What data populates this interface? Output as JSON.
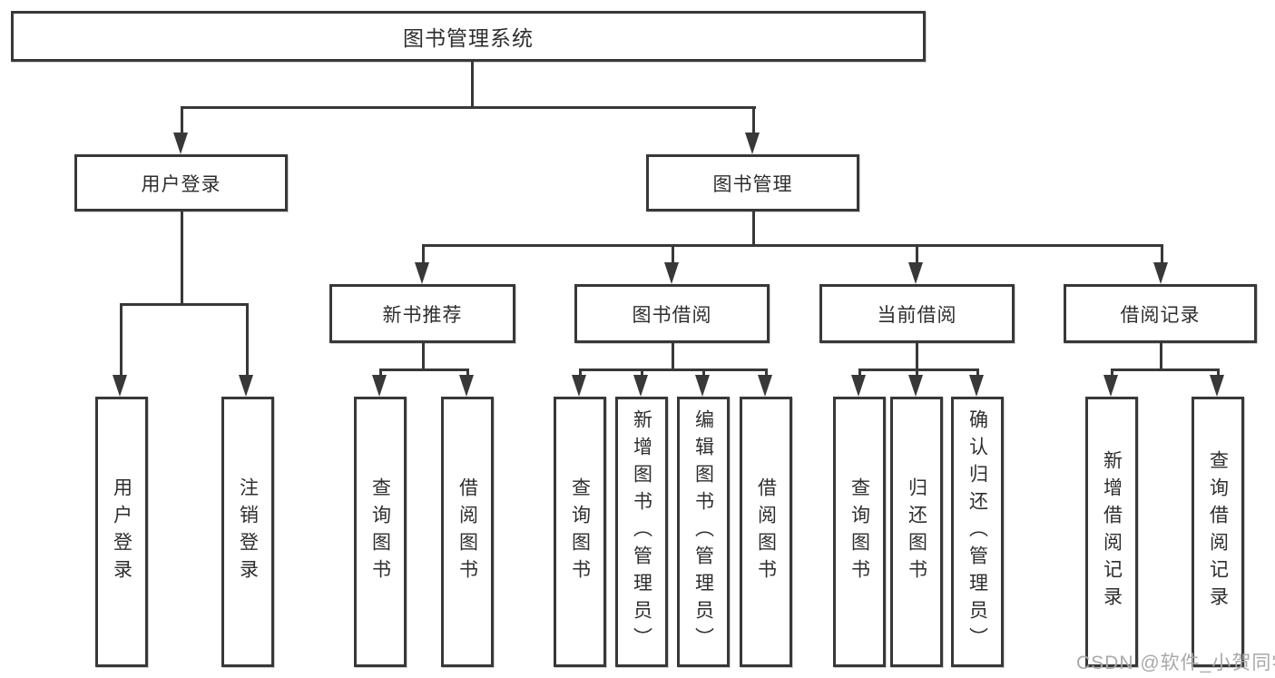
{
  "diagram": {
    "title": "图书管理系统",
    "watermark": "CSDN @软件_小贺同学",
    "colors": {
      "line": "#383838",
      "text": "#2e2e2e",
      "background": "#ffffff",
      "watermark": "#a9a9a9"
    },
    "nodes": {
      "root": {
        "label": "图书管理系统"
      },
      "user_login": {
        "label": "用户登录"
      },
      "book_mgmt": {
        "label": "图书管理"
      },
      "login": {
        "label": "用户登录"
      },
      "logout": {
        "label": "注销登录"
      },
      "rec": {
        "label": "新书推荐"
      },
      "borrow": {
        "label": "图书借阅"
      },
      "current": {
        "label": "当前借阅"
      },
      "record": {
        "label": "借阅记录"
      },
      "rec_query": {
        "label": "查询图书"
      },
      "rec_borrow": {
        "label": "借阅图书"
      },
      "bor_query": {
        "label": "查询图书"
      },
      "bor_add": {
        "label": "新增图书（管理员）"
      },
      "bor_edit": {
        "label": "编辑图书（管理员）"
      },
      "bor_borrow": {
        "label": "借阅图书"
      },
      "cur_query": {
        "label": "查询图书"
      },
      "cur_return": {
        "label": "归还图书"
      },
      "cur_confirm": {
        "label": "确认归还（管理员）"
      },
      "rec_add_log": {
        "label": "新增借阅记录"
      },
      "rec_qry_log": {
        "label": "查询借阅记录"
      }
    }
  }
}
